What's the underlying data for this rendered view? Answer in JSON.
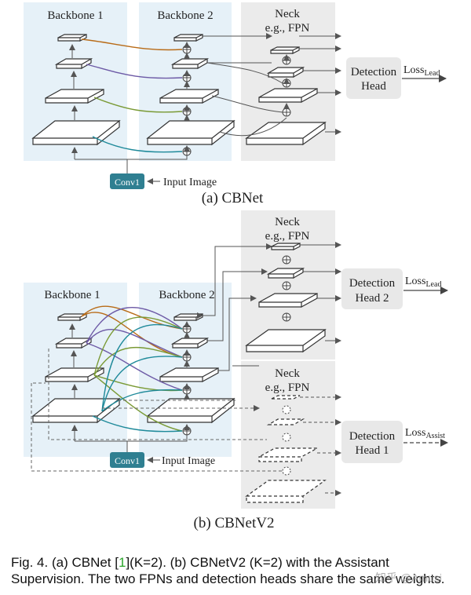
{
  "panel_a": {
    "backbone1_label": "Backbone 1",
    "backbone2_label": "Backbone 2",
    "neck_label_line1": "Neck",
    "neck_label_line2": "e.g., FPN",
    "detection_head_line1": "Detection",
    "detection_head_line2": "Head",
    "loss_main": "Loss",
    "loss_sub": "Lead",
    "conv_label": "Conv1",
    "input_label": "Input Image",
    "subtitle": "(a) CBNet"
  },
  "panel_b": {
    "backbone1_label": "Backbone 1",
    "backbone2_label": "Backbone 2",
    "neck_top_line1": "Neck",
    "neck_top_line2": "e.g., FPN",
    "neck_bottom_line1": "Neck",
    "neck_bottom_line2": "e.g., FPN",
    "head2_line1": "Detection",
    "head2_line2": "Head 2",
    "head1_line1": "Detection",
    "head1_line2": "Head 1",
    "loss_lead_main": "Loss",
    "loss_lead_sub": "Lead",
    "loss_assist_main": "Loss",
    "loss_assist_sub": "Assist",
    "conv_label": "Conv1",
    "input_label": "Input Image",
    "subtitle": "(b) CBNetV2"
  },
  "caption": {
    "prefix": "Fig. 4. (a) CBNet [",
    "ref": "1",
    "suffix": "](K=2). (b) CBNetV2 (K=2) with the Assistant Supervision. The two FPNs and detection heads share the same weights."
  },
  "watermark": "知乎 @Amusi",
  "colors": {
    "backbone_bg": "#e6f1f8",
    "neck_bg": "#ebebeb",
    "conv_fill": "#2f7f91",
    "curve_orange": "#b86b17",
    "curve_purple": "#6d5aa6",
    "curve_green": "#7a9a35",
    "curve_teal": "#1f8a9a",
    "caption_ref": "#2aa52a"
  }
}
